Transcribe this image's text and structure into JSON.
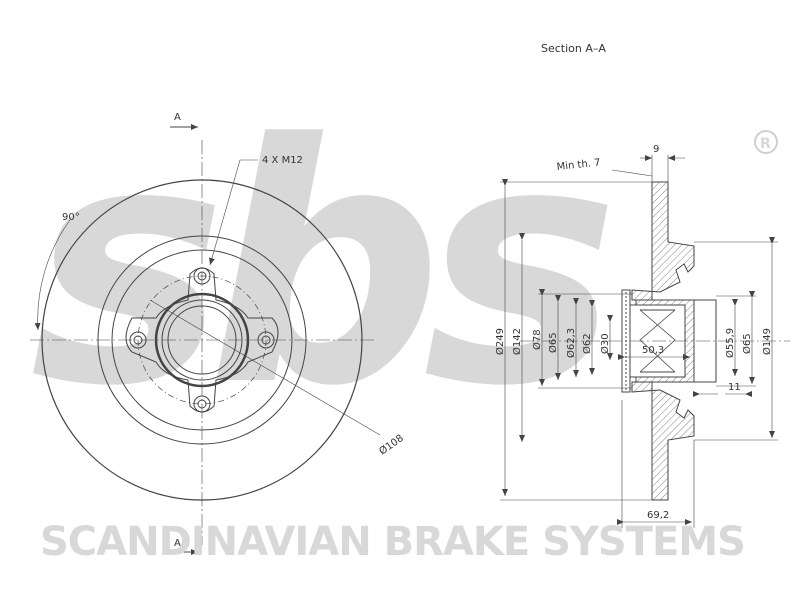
{
  "section_title": "Section A–A",
  "section_marker_top": "A",
  "section_marker_bottom": "A",
  "bolt_callout": "4 X M12",
  "angle_label": "90°",
  "pcd_label": "Ø108",
  "min_thickness": "Min th. 7",
  "thickness_dim": "9",
  "diameters": {
    "outer": "Ø249",
    "d142": "Ø142",
    "d78": "Ø78",
    "d65_left": "Ø65",
    "d62_3": "Ø62,3",
    "d62": "Ø62",
    "d30": "Ø30",
    "d55_9": "Ø55,9",
    "d65_right": "Ø65",
    "d149": "Ø149"
  },
  "widths": {
    "hub_bore": "50,3",
    "offset_11": "11",
    "total_height": "69,2"
  },
  "brand_watermark": "sbs",
  "brand_tagline": "SCANDINAVIAN BRAKE SYSTEMS",
  "registered_mark": "R",
  "colors": {
    "line": "#444444",
    "hatch": "#666666",
    "watermark": "#d8d8d8"
  }
}
